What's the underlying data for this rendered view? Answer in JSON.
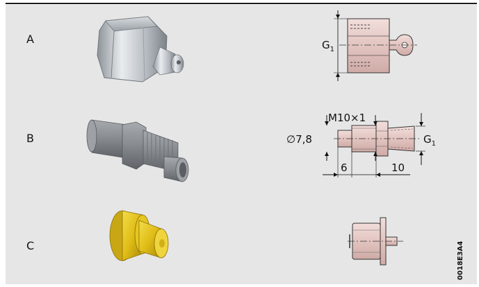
{
  "rows": [
    {
      "label": "A",
      "dim_g": "G",
      "dim_g_sub": "1"
    },
    {
      "label": "B",
      "dim_thread": "M10×1",
      "dim_diameter": "∅7,8",
      "dim_g": "G",
      "dim_g_sub": "1",
      "dim_len_1": "6",
      "dim_len_2": "10"
    },
    {
      "label": "C"
    }
  ],
  "figure_code": "0018E3A4",
  "colors": {
    "panel": "#e6e6e6",
    "steel": "#b9bec4",
    "grey_part": "#8e9297",
    "yellow_cap": "#e3c21c",
    "section_pink": "#e4c8c4"
  },
  "icons": [
    "grease-nipple-photo",
    "threaded-adapter-photo",
    "protective-cap-photo"
  ]
}
